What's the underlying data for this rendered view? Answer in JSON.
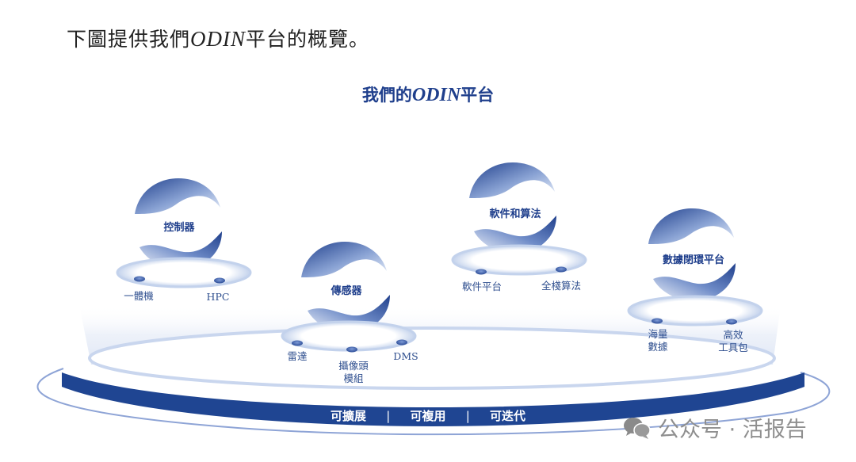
{
  "intro": {
    "prefix": "下圖提供我們",
    "brand": "ODIN",
    "suffix": "平台的概覽。"
  },
  "diagram": {
    "title_prefix": "我們的",
    "title_brand": "ODIN",
    "title_suffix": "平台",
    "accent_color": "#1f4592",
    "modules": [
      {
        "title": "控制器",
        "items": [
          "一體機",
          "HPC"
        ]
      },
      {
        "title": "傳感器",
        "items": [
          "雷達",
          "攝像頭\n模組",
          "DMS"
        ]
      },
      {
        "title": "軟件和算法",
        "items": [
          "軟件平台",
          "全棧算法"
        ]
      },
      {
        "title": "數據閉環平台",
        "items": [
          "海量\n數據",
          "高效\n工具包"
        ]
      }
    ],
    "band": {
      "labels": [
        "可擴展",
        "可複用",
        "可迭代"
      ],
      "separator": "|"
    }
  },
  "watermark": {
    "icon": "wechat-icon",
    "text": "公众号 · 活报告"
  }
}
